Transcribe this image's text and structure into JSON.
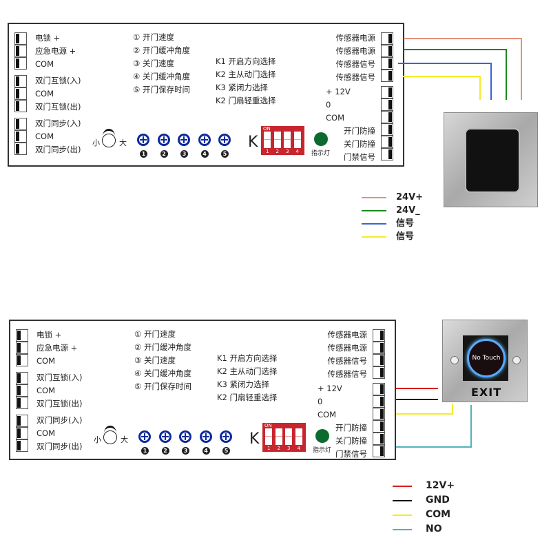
{
  "diagram1": {
    "left_terminals": [
      [
        "电锁 +",
        "应急电源 +",
        "COM"
      ],
      [
        "双门互锁(入)",
        "COM",
        "双门互锁(出)"
      ],
      [
        "双门同步(入)",
        "COM",
        "双门同步(出)"
      ]
    ],
    "pot_functions": [
      "① 开门速度",
      "② 开门缓冲角度",
      "③ 关门速度",
      "④ 关门缓冲角度",
      "⑤ 开门保存时间"
    ],
    "dip_functions": [
      "K1 开启方向选择",
      "K2 主从动门选择",
      "K3 紧闭力选择",
      "K2 门扇轻重选择"
    ],
    "knob_small": "小",
    "knob_large": "大",
    "pot_numbers": [
      "1",
      "2",
      "3",
      "4",
      "5"
    ],
    "dip_letter": "K",
    "dip_on": "ON",
    "dip_numbers": [
      "1",
      "2",
      "3",
      "4"
    ],
    "indicator_label": "指示灯",
    "right_sensor_terminals": [
      "传感器电源",
      "传感器电源",
      "传感器信号",
      "传感器信号"
    ],
    "right_power_terminals": [
      "+ 12V",
      "0",
      "COM",
      "开门防撞",
      "关门防撞",
      "门禁信号"
    ],
    "device": "sensor-panel",
    "legend": [
      {
        "label": "24V+",
        "color": "#e8907a"
      },
      {
        "label": "24V_",
        "color": "#1a8a1a"
      },
      {
        "label": "信号",
        "color": "#3a62d8"
      },
      {
        "label": "信号",
        "color": "#f2ec2a"
      }
    ]
  },
  "diagram2": {
    "left_terminals": [
      [
        "电锁 +",
        "应急电源 +",
        "COM"
      ],
      [
        "双门互锁(入)",
        "COM",
        "双门互锁(出)"
      ],
      [
        "双门同步(入)",
        "COM",
        "双门同步(出)"
      ]
    ],
    "pot_functions": [
      "① 开门速度",
      "② 开门缓冲角度",
      "③ 关门速度",
      "④ 关门缓冲角度",
      "⑤ 开门保存时间"
    ],
    "dip_functions": [
      "K1 开启方向选择",
      "K2 主从动门选择",
      "K3 紧闭力选择",
      "K2 门扇轻重选择"
    ],
    "knob_small": "小",
    "knob_large": "大",
    "pot_numbers": [
      "1",
      "2",
      "3",
      "4",
      "5"
    ],
    "dip_letter": "K",
    "dip_on": "ON",
    "dip_numbers": [
      "1",
      "2",
      "3",
      "4"
    ],
    "indicator_label": "指示灯",
    "right_sensor_terminals": [
      "传感器电源",
      "传感器电源",
      "传感器信号",
      "传感器信号"
    ],
    "right_power_terminals": [
      "+ 12V",
      "0",
      "COM",
      "开门防撞",
      "关门防撞",
      "门禁信号"
    ],
    "device_label": "No Touch",
    "device_exit": "EXIT",
    "legend": [
      {
        "label": "12V+",
        "color": "#d81e1e"
      },
      {
        "label": "GND",
        "color": "#111111"
      },
      {
        "label": "COM",
        "color": "#f2ec2a"
      },
      {
        "label": "NO",
        "color": "#4fb3bd"
      }
    ]
  }
}
